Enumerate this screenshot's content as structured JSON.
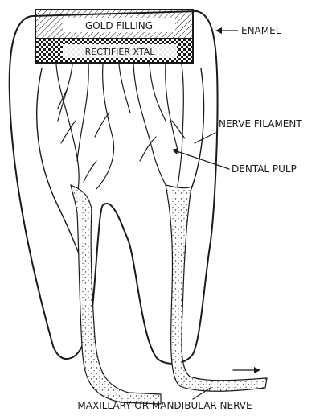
{
  "labels": {
    "gold_filling": "GOLD FILLING",
    "rectifier": "RECTIFIER XTAL",
    "enamel": "ENAMEL",
    "nerve_filament": "NERVE FILAMENT",
    "dental_pulp": "DENTAL PULP",
    "nerve": "MAXILLARY OR MANDIBULAR NERVE"
  }
}
